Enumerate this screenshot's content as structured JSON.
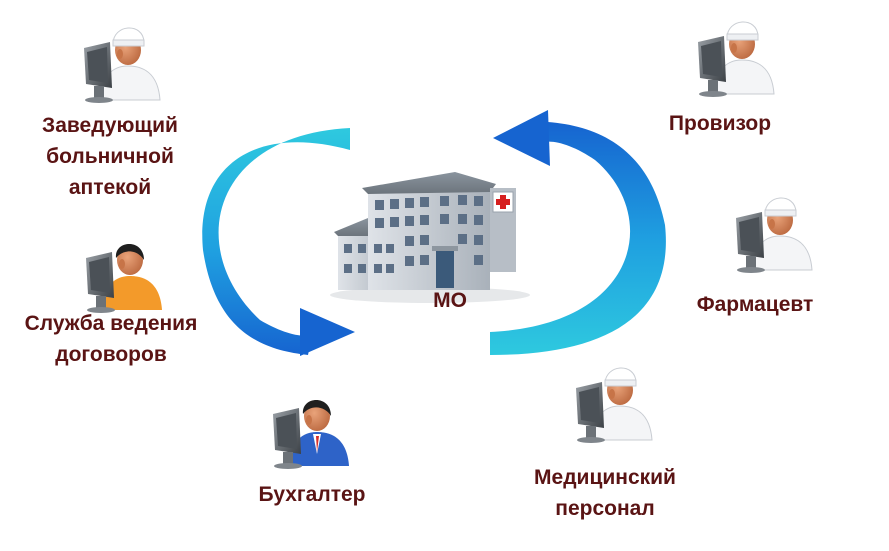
{
  "center": {
    "label": "МО"
  },
  "roles": [
    {
      "label": "Заведующий\nбольничной\nаптекой",
      "icon": "pharmacist-at-computer-icon"
    },
    {
      "label": "Служба ведения\nдоговоров",
      "icon": "clerk-at-computer-icon"
    },
    {
      "label": "Бухгалтер",
      "icon": "accountant-at-computer-icon"
    },
    {
      "label": "Провизор",
      "icon": "pharmacist-at-computer-icon"
    },
    {
      "label": "Фармацевт",
      "icon": "pharmacist-at-computer-icon"
    },
    {
      "label": "Медицинский\nперсонал",
      "icon": "medic-at-computer-icon"
    }
  ],
  "colors": {
    "label_text": "#5a1414",
    "arrow_cyan": "#25c7e0",
    "arrow_blue": "#1a6fd0",
    "building_wall": "#c9cfd6",
    "cross_red": "#d61f1f"
  }
}
